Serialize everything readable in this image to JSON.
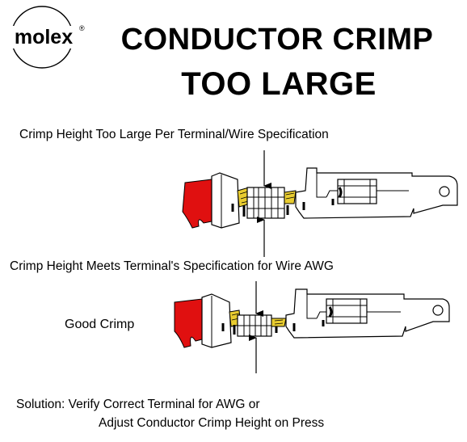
{
  "logo": {
    "text": "molex",
    "mark": "®"
  },
  "title": {
    "line1": "CONDUCTOR CRIMP",
    "line2": "TOO LARGE"
  },
  "captions": {
    "too_large": "Crimp Height Too Large Per Terminal/Wire Specification",
    "meets_spec": "Crimp Height Meets Terminal's Specification for Wire AWG",
    "good_crimp": "Good Crimp"
  },
  "solution": {
    "line1": "Solution: Verify Correct Terminal for AWG or",
    "line2": "Adjust Conductor Crimp Height on Press"
  },
  "colors": {
    "insulation": "#e01010",
    "strand": "#e8cc30",
    "line": "#000000"
  }
}
